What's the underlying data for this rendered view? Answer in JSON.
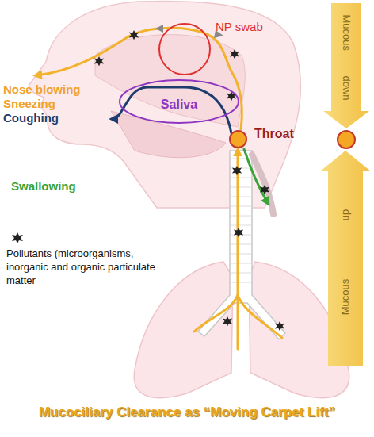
{
  "diagram": {
    "caption": "Mucociliary Clearance as “Moving Carpet Lift”",
    "nodes": [
      {
        "text": [
          "NP swab"
        ]
      },
      {
        "text": [
          "Saliva"
        ]
      },
      {
        "text": [
          "Throat"
        ]
      }
    ],
    "labels": [
      "Nose blowing",
      "Sneezing",
      "Coughing",
      "Swallowing",
      "Mucous down",
      "Mucous up",
      "Pollutants (microorganisms, inorganic and organic particulate matter"
    ]
  }
}
